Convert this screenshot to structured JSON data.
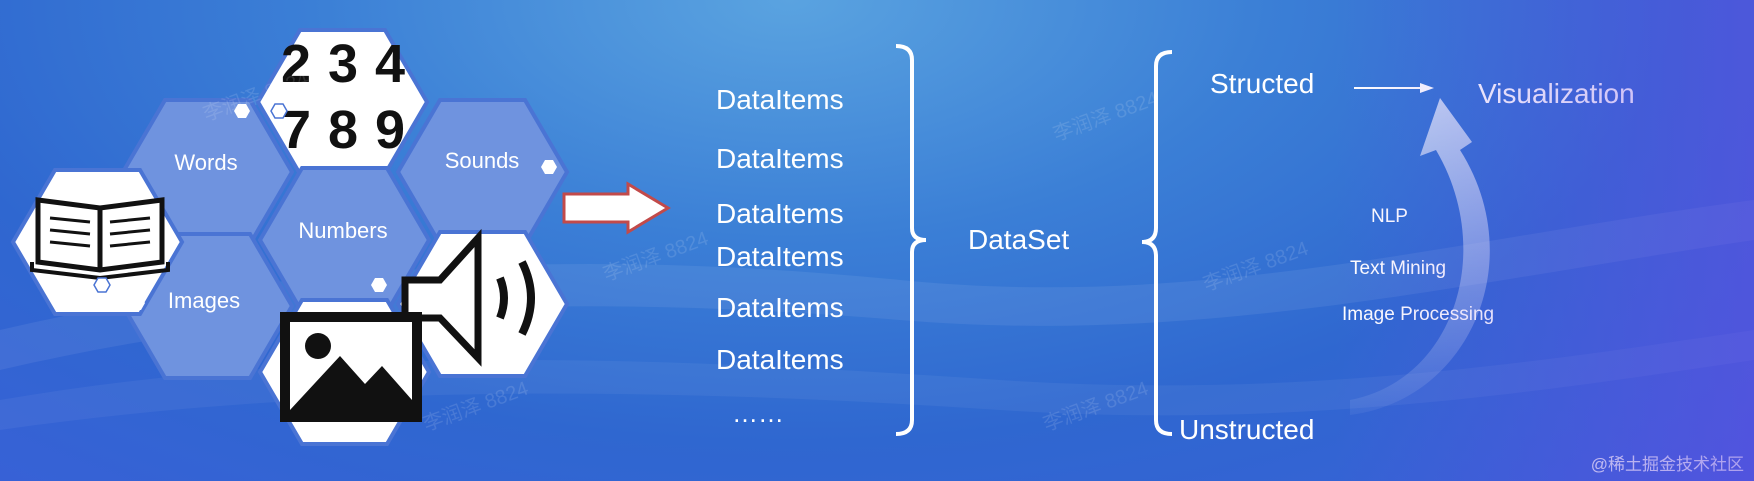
{
  "hex_labels": {
    "words": "Words",
    "numbers": "Numbers",
    "sounds": "Sounds",
    "images": "Images"
  },
  "digit_tiles": [
    "2",
    "3",
    "4",
    "7",
    "8",
    "9"
  ],
  "data_items": [
    "DataItems",
    "DataItems",
    "DataItems",
    "DataItems",
    "DataItems",
    "DataItems"
  ],
  "data_items_ellipsis": "……",
  "dataset_label": "DataSet",
  "structured_label": "Structed",
  "unstructured_label": "Unstructed",
  "visualization_label": "Visualization",
  "process_steps": [
    "NLP",
    "Text Mining",
    "Image Processing"
  ],
  "watermark_text": "李润泽 8824",
  "footer_text": "@稀土掘金技术社区",
  "colors": {
    "hex_fill": "#6f93df",
    "hex_stroke": "#4a74d4",
    "text": "#ffffff",
    "arrow_fill": "#ffffff",
    "arrow_stroke": "#c24a4a"
  }
}
